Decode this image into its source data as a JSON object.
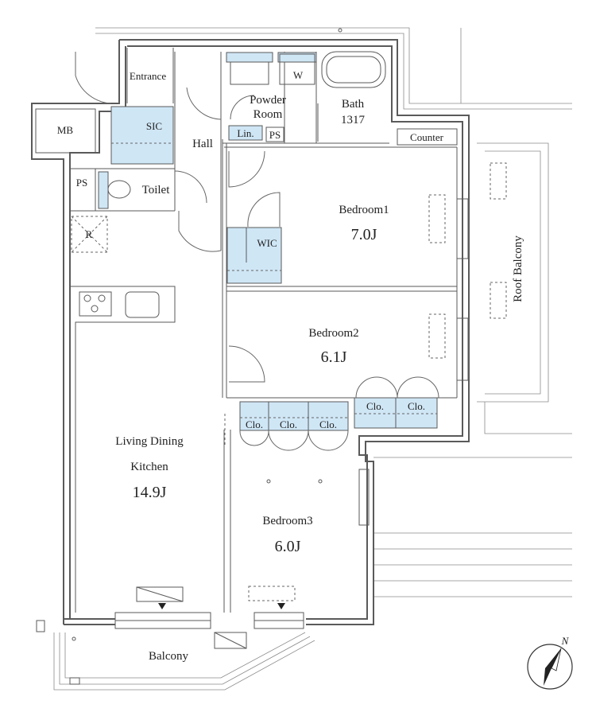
{
  "rooms": {
    "entrance": "Entrance",
    "mb": "MB",
    "sic": "SIC",
    "hall": "Hall",
    "ps1": "PS",
    "toilet": "Toilet",
    "r": "R",
    "powder_room_line1": "Powder",
    "powder_room_line2": "Room",
    "lin": "Lin.",
    "ps2": "PS",
    "w": "W",
    "bath_line1": "Bath",
    "bath_line2": "1317",
    "counter": "Counter",
    "bedroom1": "Bedroom1",
    "bedroom1_size": "7.0J",
    "wic": "WIC",
    "bedroom2": "Bedroom2",
    "bedroom2_size": "6.1J",
    "roof_balcony": "Roof Balcony",
    "ldk_line1": "Living Dining",
    "ldk_line2": "Kitchen",
    "ldk_size": "14.9J",
    "bedroom3": "Bedroom3",
    "bedroom3_size": "6.0J",
    "balcony": "Balcony"
  },
  "closets": [
    "Clo.",
    "Clo.",
    "Clo.",
    "Clo.",
    "Clo."
  ],
  "compass": {
    "label": "N"
  },
  "colors": {
    "storage_fill": "#cfe6f5",
    "wall": "#5a5a5a"
  }
}
